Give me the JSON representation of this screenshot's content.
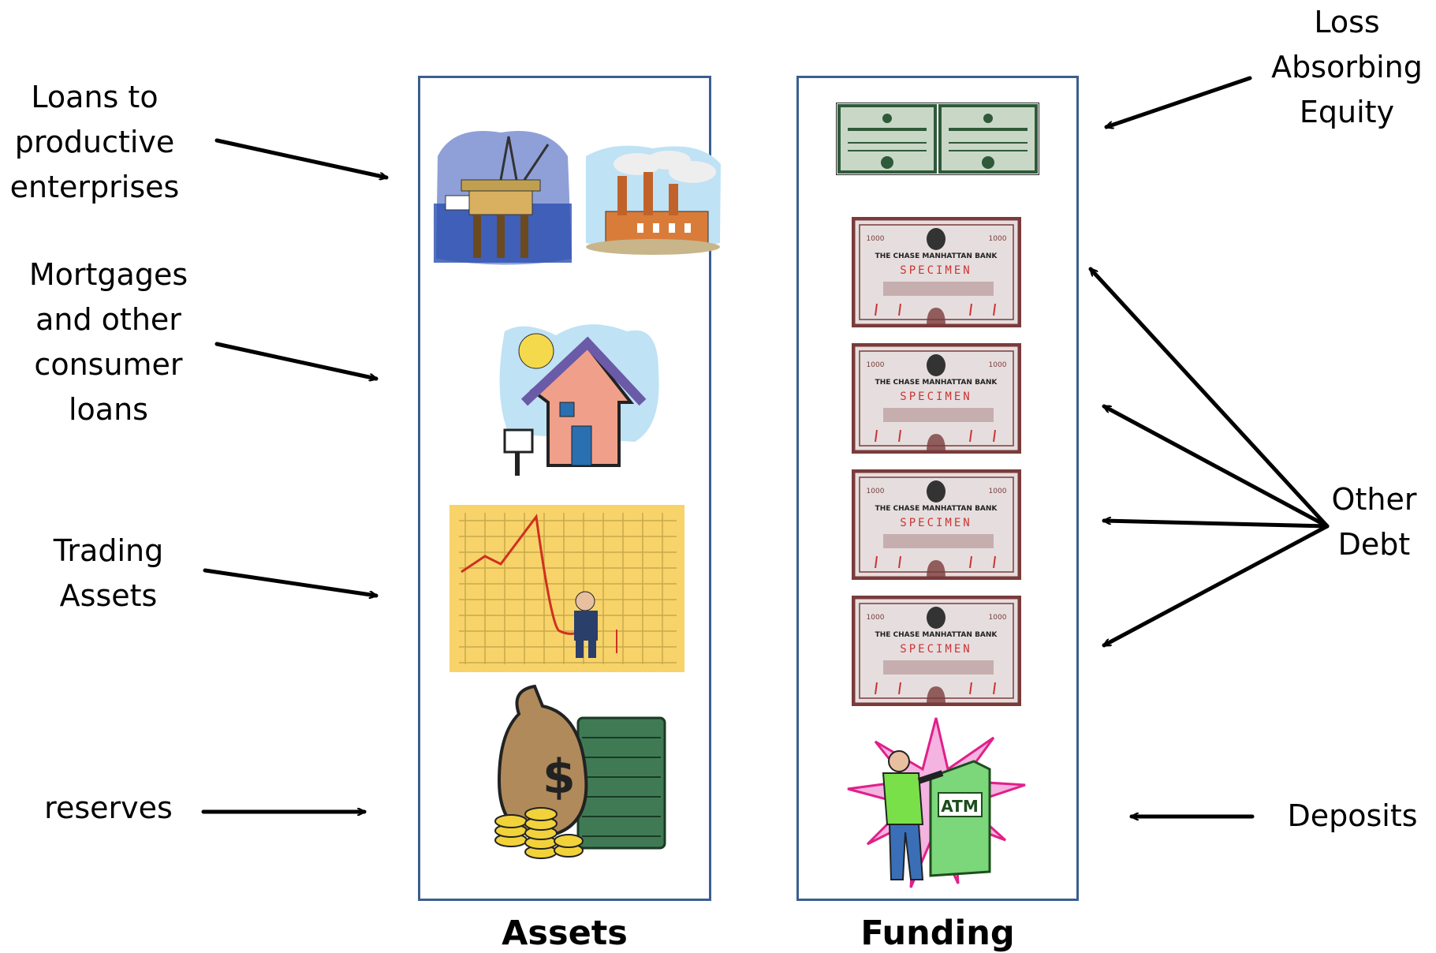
{
  "labels": {
    "loans_productive": [
      "Loans to",
      "productive",
      "enterprises"
    ],
    "mortgages": [
      "Mortgages",
      "and other",
      "consumer",
      "loans"
    ],
    "trading": [
      "Trading",
      "Assets"
    ],
    "reserves": "reserves",
    "equity": [
      "Loss",
      "Absorbing",
      "Equity"
    ],
    "other_debt": [
      "Other",
      "Debt"
    ],
    "deposits": "Deposits"
  },
  "panels": {
    "assets_title": "Assets",
    "funding_title": "Funding"
  },
  "certificates": {
    "bank_name": "THE CHASE MANHATTAN BANK",
    "specimen": "SPECIMEN",
    "denomination": "1000"
  },
  "icons": {
    "atm_label": "ATM",
    "dollar_sign": "$"
  },
  "colors": {
    "panel_border": "#3b5f8f",
    "certificate_maroon": "#7a3b3b",
    "stock_green": "#3a6b4a",
    "chart_grid": "#f2c94c"
  }
}
